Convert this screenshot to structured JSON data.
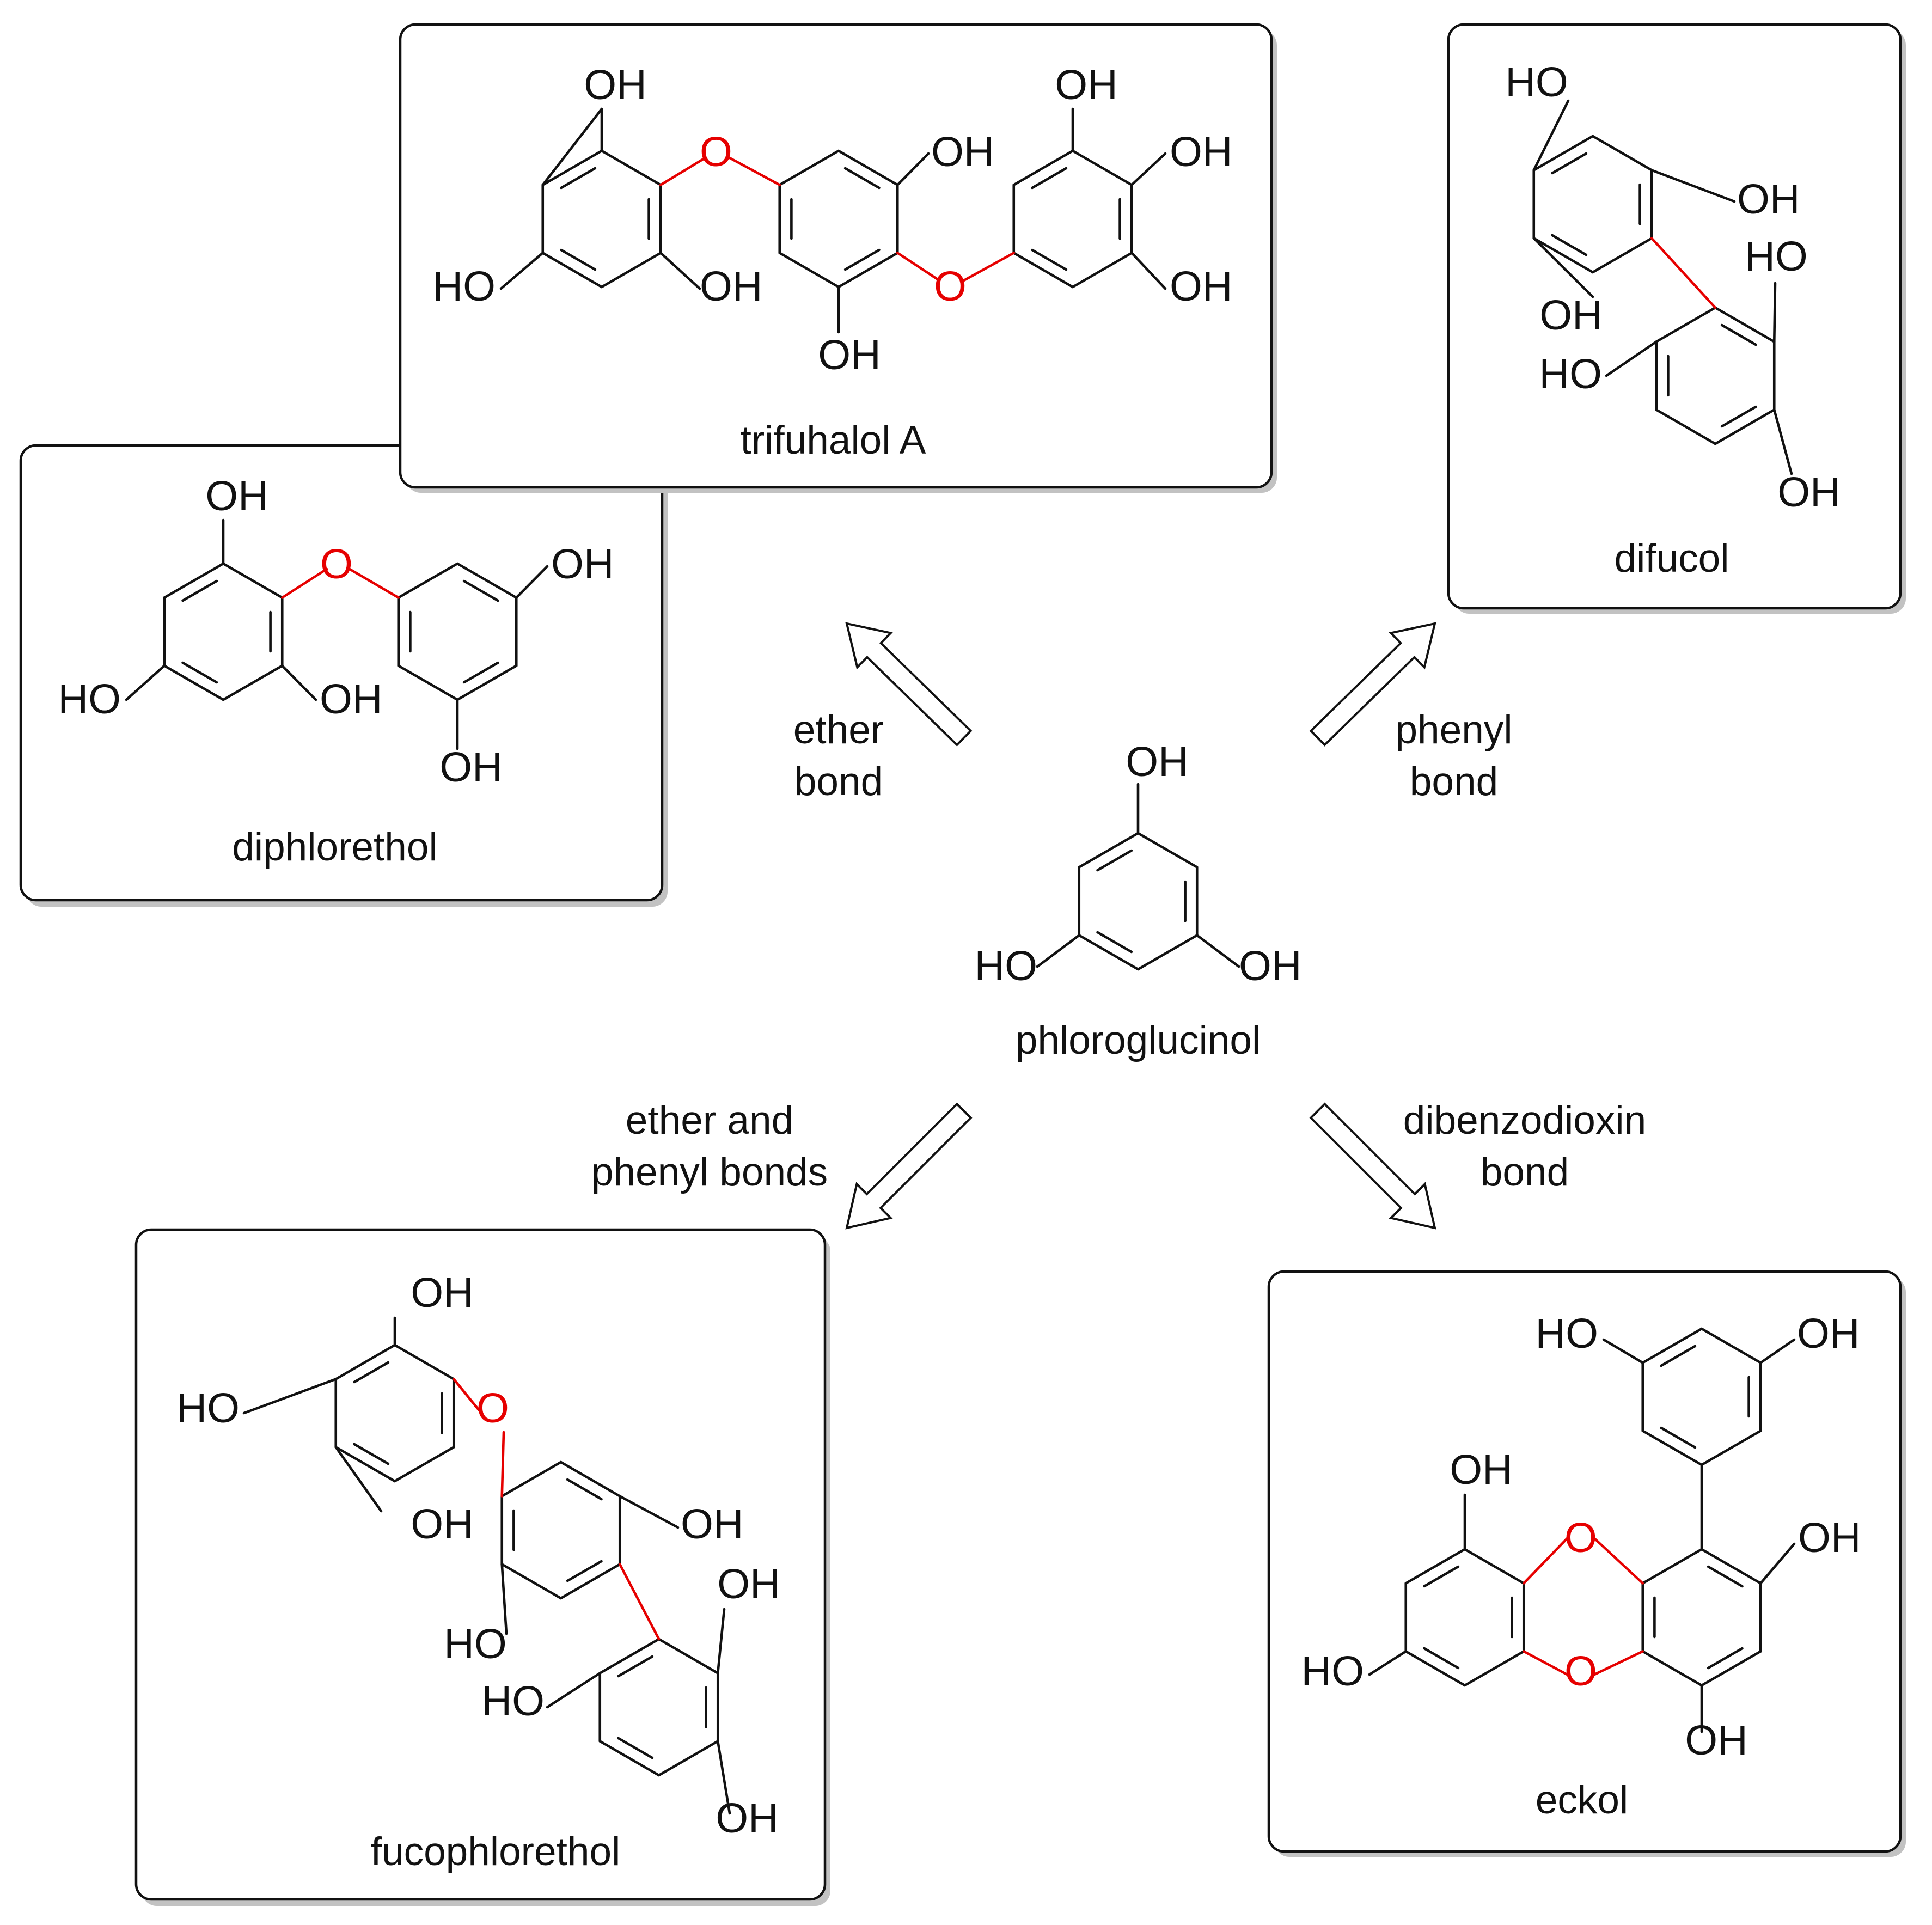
{
  "center": {
    "name": "phloroglucinol"
  },
  "compounds": {
    "trifuhalol": {
      "name": "trifuhalol A"
    },
    "diphlorethol": {
      "name": "diphlorethol"
    },
    "difucol": {
      "name": "difucol"
    },
    "fucophlorethol": {
      "name": "fucophlorethol"
    },
    "eckol": {
      "name": "eckol"
    }
  },
  "arrows": {
    "ether": {
      "line1": "ether",
      "line2": "bond"
    },
    "phenyl": {
      "line1": "phenyl",
      "line2": "bond"
    },
    "ether_phenyl": {
      "line1": "ether and",
      "line2": "phenyl bonds"
    },
    "dibenzodioxin": {
      "line1": "dibenzodioxin",
      "line2": "bond"
    }
  },
  "atoms": {
    "hydroxyl": "OH",
    "hydroxyl_left": "HO",
    "oxygen": "O"
  },
  "colors": {
    "highlight": "#e60000",
    "ink": "#111111",
    "shadow": "#c2c2c2"
  }
}
